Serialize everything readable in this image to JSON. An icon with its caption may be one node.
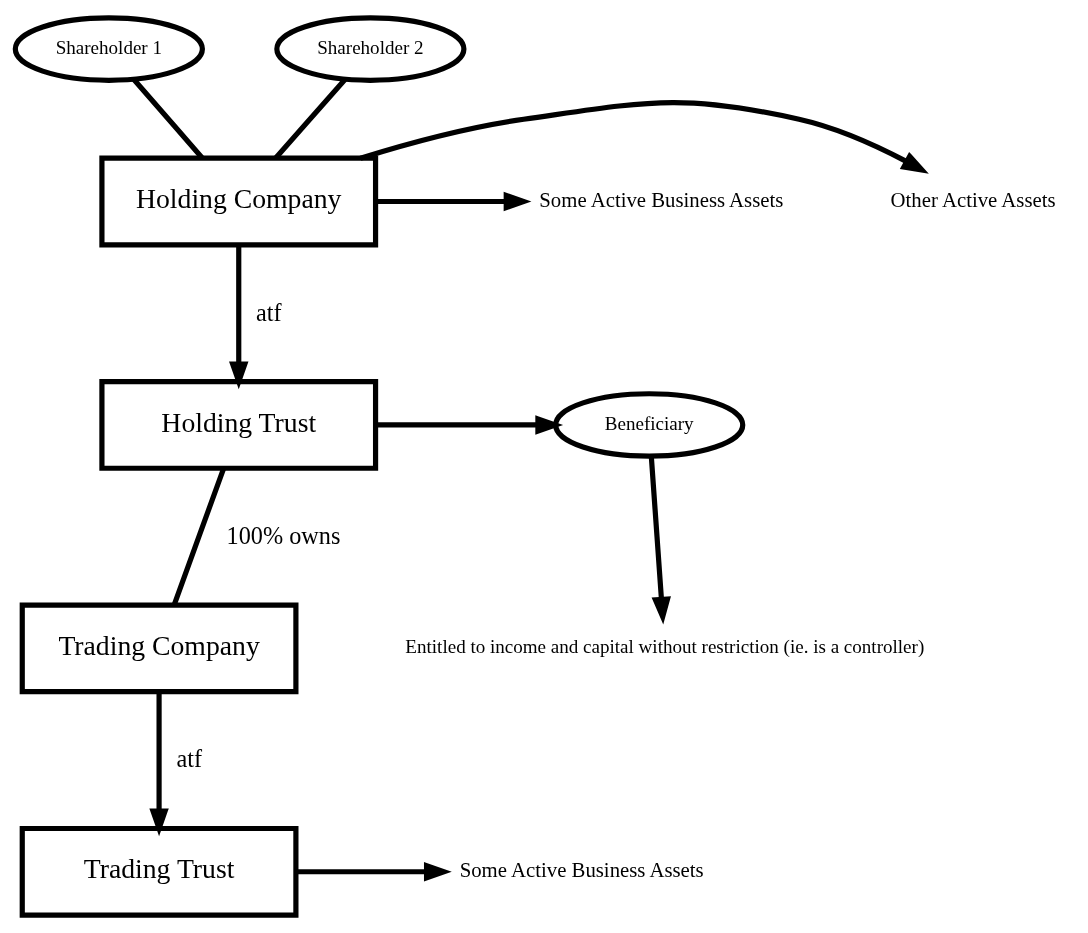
{
  "diagram": {
    "nodes": [
      {
        "text": [
          "Shareholder 1"
        ]
      },
      {
        "text": [
          "Shareholder 2"
        ]
      },
      {
        "text": [
          "Holding Company"
        ]
      },
      {
        "text": [
          "Other Active Assets"
        ]
      },
      {
        "text": [
          "Some Active Business Assets"
        ]
      },
      {
        "text": [
          "Holding Trust"
        ]
      },
      {
        "text": [
          "Beneficiary"
        ]
      },
      {
        "text": [
          "Trading Company"
        ]
      },
      {
        "text": [
          "Entitled to income and capital without restriction (ie. is a controller)"
        ]
      },
      {
        "text": [
          "Trading Trust"
        ]
      },
      {
        "text": [
          "Some Active Business Assets"
        ]
      }
    ],
    "edges": [
      {
        "from": 0,
        "to": 2,
        "arrow": "none"
      },
      {
        "from": 1,
        "to": 2,
        "arrow": "none"
      },
      {
        "from": 2,
        "to": 3,
        "arrow": "to"
      },
      {
        "from": 2,
        "to": 4,
        "arrow": "to"
      },
      {
        "from": 2,
        "to": 5,
        "arrow": "to",
        "label": "atf"
      },
      {
        "from": 5,
        "to": 6,
        "arrow": "to"
      },
      {
        "from": 5,
        "to": 7,
        "arrow": "none",
        "label": "100% owns"
      },
      {
        "from": 6,
        "to": 8,
        "arrow": "to"
      },
      {
        "from": 7,
        "to": 9,
        "arrow": "to",
        "label": "atf"
      },
      {
        "from": 9,
        "to": 10,
        "arrow": "to"
      }
    ]
  }
}
